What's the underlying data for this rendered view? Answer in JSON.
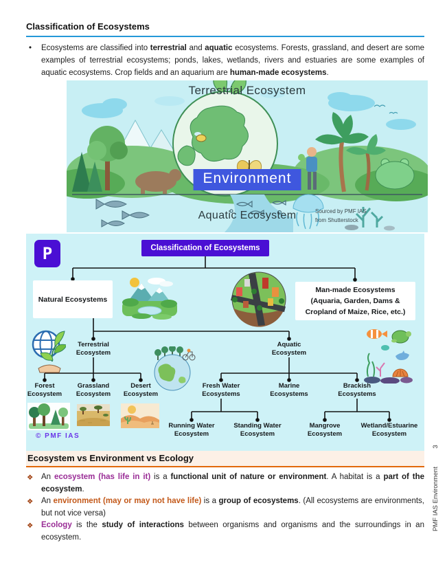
{
  "page": {
    "number": "3",
    "side_label": "PMF IAS Environment"
  },
  "section1": {
    "heading": "Classification of Ecosystems",
    "bullet": {
      "marker": "•",
      "s1": "Ecosystems are classified into ",
      "s2": "terrestrial",
      "s3": " and ",
      "s4": "aquatic",
      "s5": " ecosystems. Forests, grassland, and desert are some examples of terrestrial ecosystems; ponds, lakes, wetlands, rivers and estuaries are some examples of aquatic ecosystems. Crop fields and an aquarium are ",
      "s6": "human-made ecosystems",
      "s7": "."
    }
  },
  "hero": {
    "top_label": "Terrestrial Ecosystem",
    "center_label": "Environment",
    "bottom_label": "Aquatic Ecosystem",
    "credit_l1": "Sourced by PMF IAS",
    "credit_l2": "from Shutterstock"
  },
  "diagram": {
    "logo_letter": "P",
    "title": "Classification of Ecosystems",
    "copyright": "© PMF IAS",
    "nodes": {
      "natural": "Natural Ecosystems",
      "manmade_l1": "Man-made Ecosystems",
      "manmade_l2": "(Aquaria, Garden, Dams &",
      "manmade_l3": "Cropland of Maize, Rice, etc.)",
      "terrestrial_l1": "Terrestrial",
      "terrestrial_l2": "Ecosystem",
      "aquatic_l1": "Aquatic",
      "aquatic_l2": "Ecosystem",
      "forest_l1": "Forest",
      "forest_l2": "Ecosystem",
      "grassland_l1": "Grassland",
      "grassland_l2": "Ecosystem",
      "desert_l1": "Desert",
      "desert_l2": "Ecosystem",
      "freshwater_l1": "Fresh Water",
      "freshwater_l2": "Ecosystems",
      "marine_l1": "Marine",
      "marine_l2": "Ecosystems",
      "brackish_l1": "Brackish",
      "brackish_l2": "Ecosystems",
      "running_l1": "Running Water",
      "running_l2": "Ecosystem",
      "standing_l1": "Standing Water",
      "standing_l2": "Ecosystem",
      "mangrove_l1": "Mangrove",
      "mangrove_l2": "Ecosystem",
      "wetland_l1": "Wetland/Estuarine",
      "wetland_l2": "Ecosystem"
    }
  },
  "section2": {
    "heading": "Ecosystem vs Environment vs Ecology",
    "marker": "❖",
    "b1": {
      "s1": "An ",
      "s2": "ecosystem (has life in it)",
      "s3": " is a ",
      "s4": "functional unit of nature or environment",
      "s5": ". A habitat is a ",
      "s6": "part of the ecosystem",
      "s7": "."
    },
    "b2": {
      "s1": "An ",
      "s2": "environment (may or may not have life)",
      "s3": " is a ",
      "s4": "group of ecosystems",
      "s5": ". (All ecosystems are environments, but not vice versa)"
    },
    "b3": {
      "s1": "Ecology",
      "s2": " is the ",
      "s3": "study of interactions",
      "s4": " between organisms and organisms and the surroundings in an ecosystem."
    }
  },
  "colors": {
    "heading1_underline": "#2398d8",
    "heading2_underline": "#e2690b",
    "heading2_band": "#fcf0e6",
    "term_purple": "#9a2d96",
    "term_orange": "#c3591a",
    "bullet_diamond": "#a04010",
    "diagram_purple": "#4a0fd4",
    "environment_box_blue": "#3f57de",
    "hero_bg": "#c8eff4",
    "diagram_bg": "#cef2f7"
  }
}
